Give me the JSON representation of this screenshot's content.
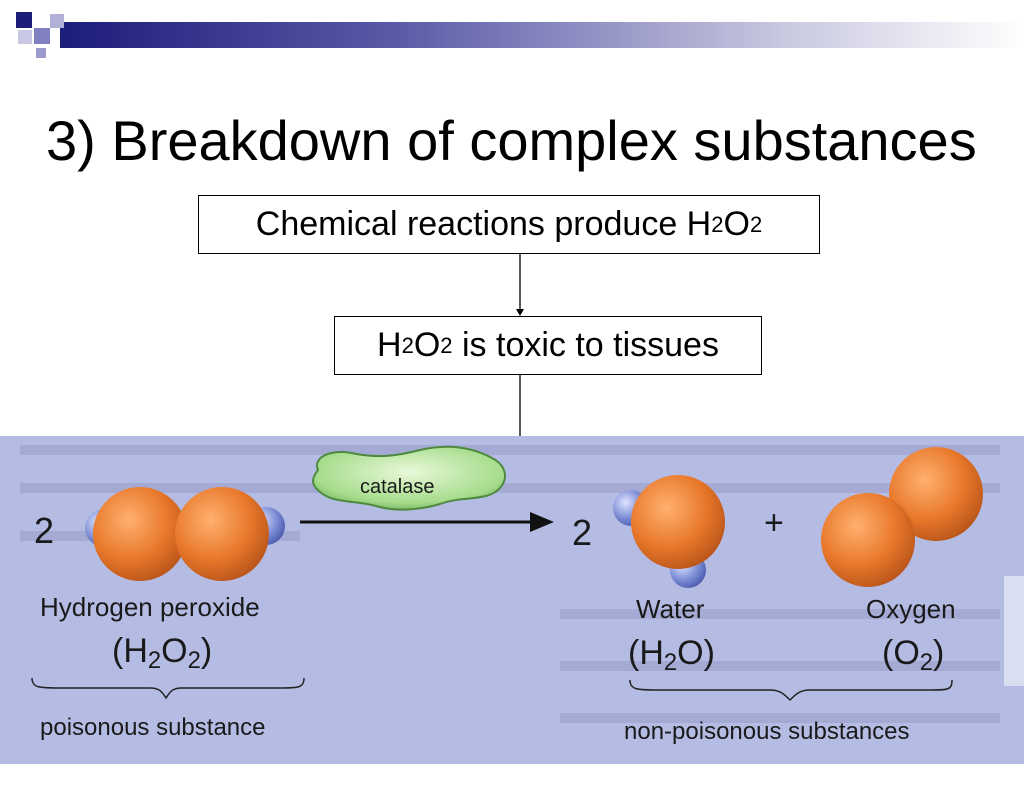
{
  "slide": {
    "title": "3) Breakdown of complex substances",
    "box1": {
      "text": "Chemical reactions produce H",
      "sub1": "2",
      "mid": "O",
      "sub2": "2"
    },
    "box2": {
      "pre": "H",
      "sub1": "2",
      "mid": "O",
      "sub2": "2",
      "post": " is toxic to tissues"
    }
  },
  "figure": {
    "enzyme_label": "catalase",
    "coef_left": "2",
    "coef_right": "2",
    "plus": "+",
    "reactant": {
      "name": "Hydrogen peroxide",
      "formula_pre": "(H",
      "formula_s1": "2",
      "formula_mid": "O",
      "formula_s2": "2",
      "formula_post": ")",
      "group_label": "poisonous substance"
    },
    "product1": {
      "name": "Water",
      "formula_pre": "(H",
      "formula_s1": "2",
      "formula_post": "O)"
    },
    "product2": {
      "name": "Oxygen",
      "formula_pre": "(O",
      "formula_s1": "2",
      "formula_post": ")"
    },
    "products_group_label": "non-poisonous substances"
  },
  "colors": {
    "oxygen_atom": "#e8782a",
    "hydrogen_atom": "#7f8fd6",
    "enzyme": "#8fd07a",
    "figure_bg": "#b5bce4",
    "header_dark": "#1c1c7a"
  }
}
